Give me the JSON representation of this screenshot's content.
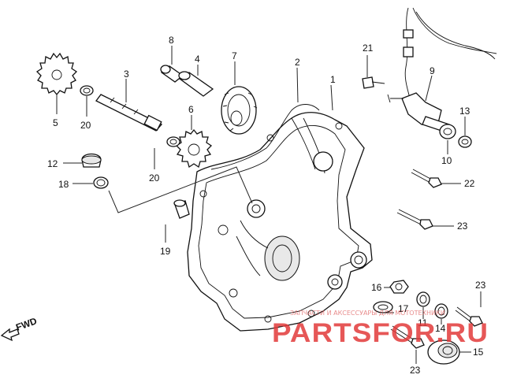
{
  "callouts": [
    {
      "id": "c1",
      "label": "1"
    },
    {
      "id": "c2",
      "label": "2"
    },
    {
      "id": "c3",
      "label": "3"
    },
    {
      "id": "c4",
      "label": "4"
    },
    {
      "id": "c5",
      "label": "5"
    },
    {
      "id": "c6",
      "label": "6"
    },
    {
      "id": "c7",
      "label": "7"
    },
    {
      "id": "c8",
      "label": "8"
    },
    {
      "id": "c9",
      "label": "9"
    },
    {
      "id": "c10",
      "label": "10"
    },
    {
      "id": "c11",
      "label": "11"
    },
    {
      "id": "c12",
      "label": "12"
    },
    {
      "id": "c13",
      "label": "13"
    },
    {
      "id": "c14",
      "label": "14"
    },
    {
      "id": "c15",
      "label": "15"
    },
    {
      "id": "c16",
      "label": "16"
    },
    {
      "id": "c17",
      "label": "17"
    },
    {
      "id": "c18",
      "label": "18"
    },
    {
      "id": "c19",
      "label": "19"
    },
    {
      "id": "c20a",
      "label": "20"
    },
    {
      "id": "c20b",
      "label": "20"
    },
    {
      "id": "c21",
      "label": "21"
    },
    {
      "id": "c22",
      "label": "22"
    },
    {
      "id": "c23a",
      "label": "23"
    },
    {
      "id": "c23b",
      "label": "23"
    },
    {
      "id": "c23c",
      "label": "23"
    }
  ],
  "fwd_label": "FWD",
  "watermark": {
    "brand": "PARTSFOR.RU",
    "tagline": "ЗАПЧАСТИ И АКСЕССУАРЫ ДЛЯ МОТОТЕХНИКИ",
    "color": "#e23a3a"
  }
}
